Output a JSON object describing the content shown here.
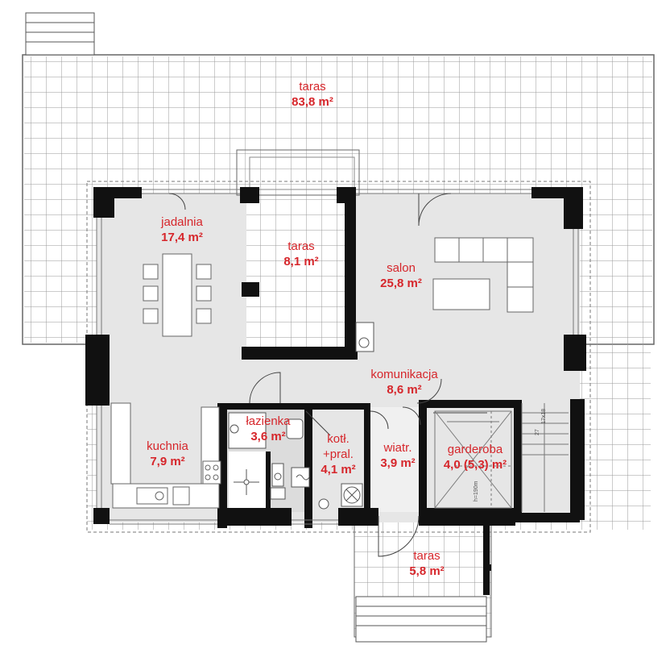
{
  "rooms": [
    {
      "id": "taras-top",
      "name": "taras",
      "area": "83,8 m²"
    },
    {
      "id": "jadalnia",
      "name": "jadalnia",
      "area": "17,4 m²"
    },
    {
      "id": "taras-inner",
      "name": "taras",
      "area": "8,1 m²"
    },
    {
      "id": "salon",
      "name": "salon",
      "area": "25,8 m²"
    },
    {
      "id": "komunikacja",
      "name": "komunikacja",
      "area": "8,6 m²"
    },
    {
      "id": "lazienka",
      "name": "łazienka",
      "area": "3,6 m²"
    },
    {
      "id": "kotl",
      "name": "kotł.",
      "name2": "+pral.",
      "area": "4,1 m²"
    },
    {
      "id": "wiatr",
      "name": "wiatr.",
      "area": "3,9 m²"
    },
    {
      "id": "garderoba",
      "name": "garderoba",
      "area": "4,0 (5,3) m²"
    },
    {
      "id": "kuchnia",
      "name": "kuchnia",
      "area": "7,9 m²"
    },
    {
      "id": "taras-bottom",
      "name": "taras",
      "area": "5,8 m²"
    }
  ],
  "stairs": {
    "steps": "17x18",
    "stair_no": "27",
    "height_mark": "h=190m"
  },
  "colors": {
    "label": "#d6262b",
    "floor": "#e6e6e6",
    "wall": "#111111",
    "grid": "#9a9a9a"
  }
}
